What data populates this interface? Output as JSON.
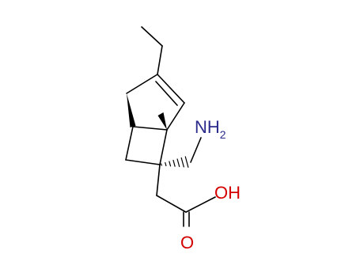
{
  "molecule": {
    "atoms": {
      "nitrogen": {
        "symbol": "NH",
        "subscript": "2"
      },
      "hydroxyl": {
        "symbol": "OH"
      },
      "carbonyl": {
        "symbol": "O"
      }
    },
    "colors": {
      "bond": "#000000",
      "nitrogen": "#2b2b8c",
      "oxygen": "#d40000"
    }
  }
}
